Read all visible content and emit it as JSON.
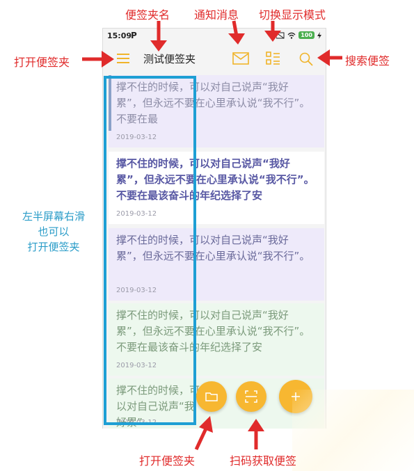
{
  "annotations": {
    "folder_name": "便签夹名",
    "notify": "通知消息",
    "switch_mode": "切换显示模式",
    "open_folder": "打开便签夹",
    "search_note": "搜索便签",
    "swipe_hint_1": "左半屏幕右滑",
    "swipe_hint_2": "也可以",
    "swipe_hint_3": "打开便签夹",
    "open_folder_bottom": "打开便签夹",
    "scan_code": "扫码获取便签"
  },
  "statusbar": {
    "time": "15:09",
    "carrier_glyph": "P",
    "battery": "100"
  },
  "appbar": {
    "title": "测试便签夹"
  },
  "notes": [
    {
      "text": "撑不住的时候，可以对自己说声“我好累”，但永远不要在心里承认说“我不行”。不要在最",
      "date": "2019-03-12"
    },
    {
      "text": "撑不住的时候，可以对自己说声“我好累”，但永远不要在心里承认说“我不行”。不要在最该奋斗的年纪选择了安",
      "date": "2019-03-12"
    },
    {
      "text": "撑不住的时候，可以对自己说声“我好累”，但永远不要在心里承认说“我不行”。",
      "date": "2019-03-12"
    },
    {
      "text": "撑不住的时候，可以对自己说声“我好累”，但永远不要在心里承认说“我不行”。不要在最该奋斗的年纪选择了安",
      "date": "2019-03-12"
    },
    {
      "text": "撑不住的时候，可以对自己说声“我好累”",
      "date": "2019-03-12"
    }
  ],
  "colors": {
    "accent": "#f7b731",
    "annotation_red": "#e02b2b",
    "annotation_blue": "#1e9fd4"
  },
  "icons": {
    "menu": "hamburger-menu-icon",
    "mail": "mail-icon",
    "mode": "list-mode-icon",
    "search": "search-icon",
    "folder": "folder-icon",
    "scan": "scan-icon",
    "add": "plus-icon"
  }
}
